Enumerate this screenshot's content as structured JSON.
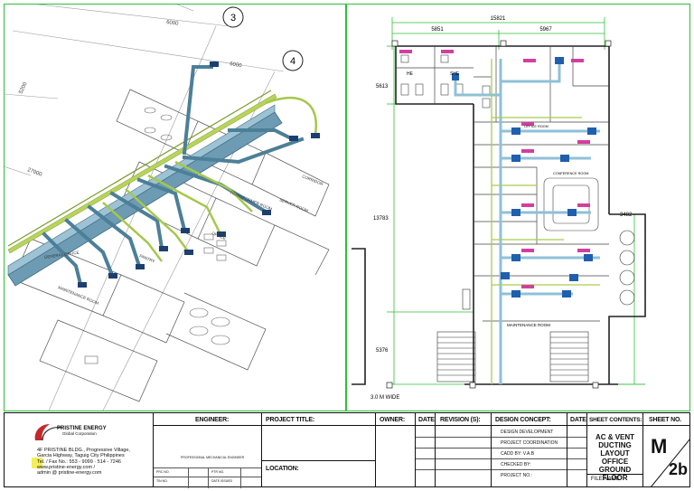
{
  "drawing": {
    "iso_labels": {
      "grid_3": "3",
      "grid_4": "4",
      "dim_6000_a": "6000",
      "dim_6000_b": "6000",
      "dim_5200": "5200",
      "dim_27000": "27000",
      "corridor": "CORRIDOR",
      "roomA": "TRANSFORMER ROOM",
      "roomB": "SERVER ROOM",
      "roomC": "GENERAL OFFICE",
      "roomD": "MAINTENANCE ROOM",
      "roomE": "OFFICE",
      "roomF": "PANTRY"
    },
    "plan_labels": {
      "dim_top_total": "15821",
      "dim_top_left": "5851",
      "dim_top_right": "5967",
      "dim_left_upper": "5613",
      "dim_left_mid": "13783",
      "dim_left_lower": "5376",
      "dim_right": "3482",
      "wide": "3.0 M WIDE",
      "maintenance_room": "MAINTENANCE ROOM",
      "toilet_he": "HE",
      "toilet_she": "SHE",
      "conference": "CONFERENCE ROOM",
      "office_room": "OFFICE ROOM"
    }
  },
  "title_block": {
    "company": "PRISTINE ENERGY",
    "company_sub": "Global Corporation",
    "address_1": "4F PRISTINE BLDG., Progressive Village,",
    "address_2": "Garcia Highway, Taguig City Philippines",
    "tel": "Tel. / Fax No.: 553 - 9099 · 514 - 7246",
    "web": "www.pristine-energy.com /",
    "email": "admin @ pristine-energy.com",
    "engineer_hdr": "ENGINEER:",
    "engineer_sub": "PROFESSIONAL MECHANICAL ENGINEER",
    "prc": "PRC NO.",
    "ptr": "PTR NO.",
    "tin": "TIN NO.",
    "date_issued": "DATE ISSUED",
    "project_title_hdr": "PROJECT TITLE:",
    "location_hdr": "LOCATION:",
    "owner_hdr": "OWNER:",
    "date_hdr": "DATE",
    "revision_hdr": "REVISION (S):",
    "design_concept_hdr": "DESIGN CONCEPT:",
    "date_hdr2": "DATE",
    "design_rows": [
      "DESIGN DEVELOPMENT",
      "PROJECT COORDINATION",
      "CADD BY: V.A.B",
      "CHECKED BY:",
      "PROJECT NO.:"
    ],
    "sheet_contents_hdr": "SHEET CONTENTS:",
    "sheet_contents": [
      "AC & VENT",
      "DUCTING LAYOUT",
      "OFFICE GROUND",
      "FLOOR"
    ],
    "file_name": "FILE NAME:",
    "sheet_no_hdr": "SHEET NO.",
    "sheet_letter": "M",
    "sheet_number": "2b"
  },
  "colors": {
    "green_frame": "#2fbf3a",
    "duct_blue": "#5b8fa8",
    "duct_green": "#9bbf3a",
    "diffuser_blue": "#1f5fae",
    "pink_label": "#d23fa0"
  }
}
